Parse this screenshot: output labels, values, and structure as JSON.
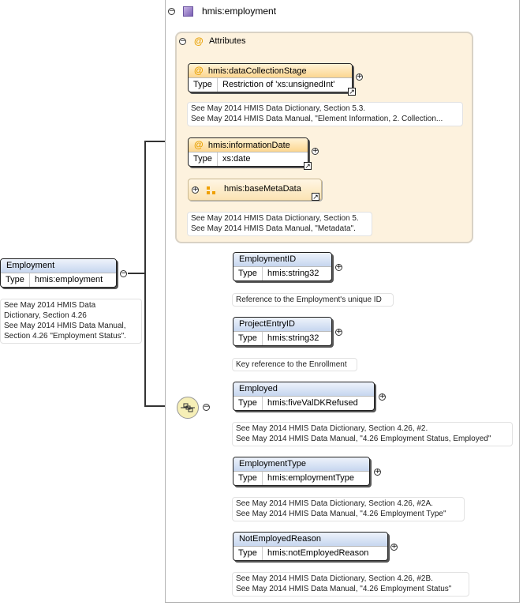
{
  "root": {
    "name": "Employment",
    "type_label": "Type",
    "type": "hmis:employment",
    "doc": [
      "See May 2014 HMIS Data",
      "Dictionary, Section 4.26",
      "See May 2014 HMIS Data Manual,",
      "Section 4.26 \"Employment Status\"."
    ]
  },
  "complex_type": {
    "title": "hmis:employment"
  },
  "attributes": {
    "title": "Attributes",
    "at_symbol": "@",
    "items": [
      {
        "name": "hmis:dataCollectionStage",
        "type_label": "Type",
        "type": "Restriction of 'xs:unsignedInt'",
        "doc": [
          "See May 2014 HMIS Data Dictionary, Section 5.3.",
          "See May 2014 HMIS Data Manual, \"Element Information, 2. Collection..."
        ]
      },
      {
        "name": "hmis:informationDate",
        "type_label": "Type",
        "type": "xs:date"
      },
      {
        "name": "hmis:baseMetaData",
        "doc": [
          "See May 2014 HMIS Data Dictionary, Section 5.",
          "See May 2014 HMIS Data Manual, \"Metadata\"."
        ]
      }
    ]
  },
  "elements": [
    {
      "name": "EmploymentID",
      "type_label": "Type",
      "type": "hmis:string32",
      "doc": [
        "Reference to the Employment's unique ID"
      ]
    },
    {
      "name": "ProjectEntryID",
      "type_label": "Type",
      "type": "hmis:string32",
      "doc": [
        "Key reference to the Enrollment"
      ]
    },
    {
      "name": "Employed",
      "type_label": "Type",
      "type": "hmis:fiveValDKRefused",
      "doc": [
        "See May 2014 HMIS Data Dictionary, Section 4.26, #2.",
        "See May 2014 HMIS Data Manual, \"4.26 Employment Status, Employed\""
      ]
    },
    {
      "name": "EmploymentType",
      "type_label": "Type",
      "type": "hmis:employmentType",
      "doc": [
        "See May 2014 HMIS Data Dictionary, Section 4.26, #2A.",
        "See May 2014 HMIS Data Manual, \"4.26 Employment Type\""
      ]
    },
    {
      "name": "NotEmployedReason",
      "type_label": "Type",
      "type": "hmis:notEmployedReason",
      "doc": [
        "See May 2014 HMIS Data Dictionary, Section 4.26, #2B.",
        "See May 2014 HMIS Data Manual, \"4.26 Employment Status\""
      ]
    }
  ],
  "icons": {
    "collapse": "minus",
    "expand": "plus",
    "link": "arrow-northeast",
    "sequence": "sequence-compositor"
  },
  "colors": {
    "element_header": "#c6d6ef",
    "attribute_header": "#fcd690",
    "attribute_panel": "#fdf2de",
    "sequence": "#f6efb7"
  }
}
